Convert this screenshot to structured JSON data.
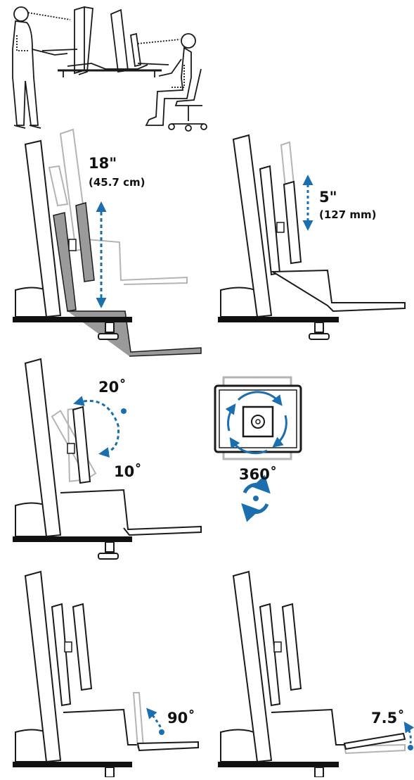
{
  "colors": {
    "accent": "#1c6fae",
    "line": "#1a1a1a",
    "ghost": "#b4b4b4",
    "column_fill": "#9a9a9a",
    "desk": "#111111"
  },
  "height_adjust": {
    "value": "18\"",
    "metric": "(45.7 cm)"
  },
  "monitor_height_adjust": {
    "value": "5\"",
    "metric": "(127 mm)"
  },
  "monitor_tilt": {
    "up": "20˚",
    "down": "10˚"
  },
  "monitor_rotation": {
    "value": "360˚",
    "icon": "rotate-arrows-icon"
  },
  "keyboard_fold": {
    "value": "90˚"
  },
  "keyboard_tilt": {
    "value": "7.5˚"
  }
}
